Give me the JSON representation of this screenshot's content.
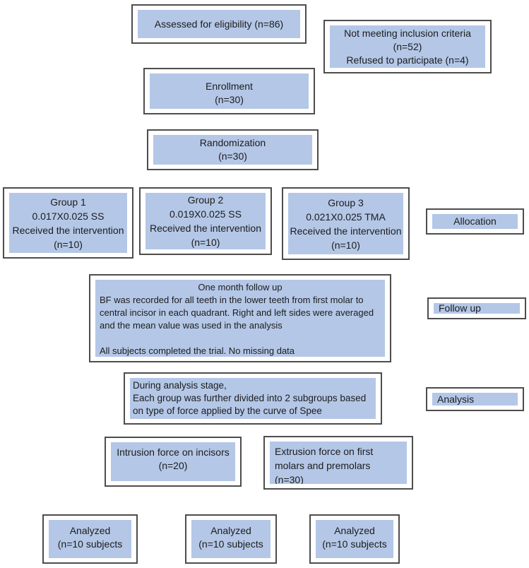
{
  "diagram": {
    "type": "consort-flow-diagram",
    "colors": {
      "box_fill": "#b4c7e7",
      "box_border": "#4d4d4d",
      "text_color": "#1c1c1c",
      "background": "#ffffff"
    },
    "boxes": {
      "assessed": {
        "lines": [
          "Assessed for eligibility (n=86)"
        ]
      },
      "not_meeting": {
        "lines": [
          "Not meeting inclusion criteria",
          "(n=52)",
          "Refused to participate (n=4)"
        ]
      },
      "enrollment": {
        "lines": [
          "Enrollment",
          "(n=30)"
        ]
      },
      "randomization": {
        "lines": [
          "Randomization",
          "(n=30)"
        ]
      },
      "group1": {
        "lines": [
          "Group 1",
          "0.017X0.025 SS",
          "Received the intervention",
          "(n=10)"
        ]
      },
      "group2": {
        "lines": [
          "Group 2",
          "0.019X0.025 SS",
          "Received the intervention",
          "(n=10)"
        ]
      },
      "group3": {
        "lines": [
          "Group 3",
          "0.021X0.025 TMA",
          "Received the intervention",
          "(n=10)"
        ]
      },
      "allocation_label": {
        "lines": [
          "Allocation"
        ]
      },
      "follow_up": {
        "title": "One month follow up",
        "paragraph1": "BF was recorded for all teeth in the lower teeth from first molar to central incisor in each quadrant. Right and left sides were averaged and the mean value was used in the analysis",
        "paragraph2": "All subjects completed the trial. No missing data"
      },
      "follow_up_label": {
        "lines": [
          "Follow up"
        ]
      },
      "analysis_stage": {
        "line1": "During analysis stage,",
        "paragraph": "Each group was further divided into 2 subgroups based on type of force applied by the curve of Spee"
      },
      "analysis_label": {
        "lines": [
          "Analysis"
        ]
      },
      "intrusion": {
        "lines": [
          "Intrusion force on incisors",
          "(n=20)"
        ]
      },
      "extrusion": {
        "lines": [
          "Extrusion force on first",
          "molars and premolars",
          "(n=30)"
        ]
      },
      "analyzed_group1": {
        "lines": [
          "Analyzed",
          "(n=10 subjects"
        ]
      },
      "analyzed_group2": {
        "lines": [
          "Analyzed",
          "(n=10 subjects"
        ]
      },
      "analyzed_group3": {
        "lines": [
          "Analyzed",
          "(n=10 subjects"
        ]
      }
    }
  }
}
